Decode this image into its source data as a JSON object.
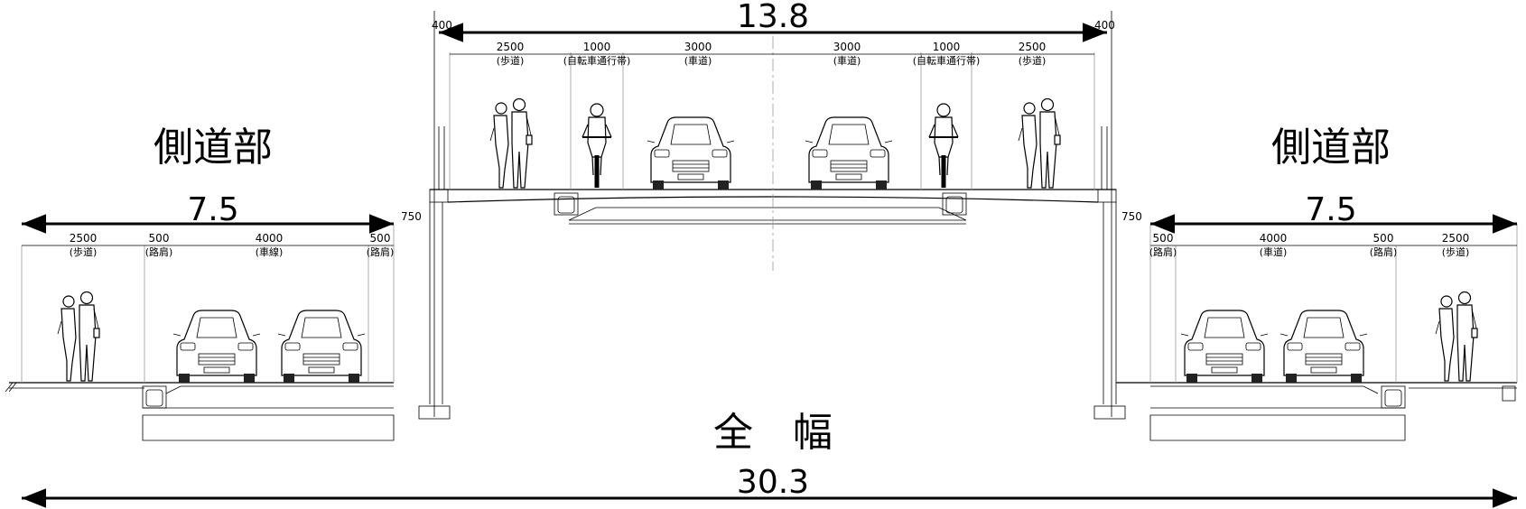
{
  "top": {
    "total": "13.8",
    "edge_left": "400",
    "edge_right": "400",
    "lanes": [
      {
        "value": "2500",
        "label": "(歩道)"
      },
      {
        "value": "1000",
        "label": "(自転車通行帯)"
      },
      {
        "value": "3000",
        "label": "(車道)"
      },
      {
        "value": "3000",
        "label": "(車道)"
      },
      {
        "value": "1000",
        "label": "(自転車通行帯)"
      },
      {
        "value": "2500",
        "label": "(歩道)"
      }
    ]
  },
  "left": {
    "title": "側道部",
    "total": "7.5",
    "gap": "750",
    "lanes": [
      {
        "value": "2500",
        "label": "(歩道)"
      },
      {
        "value": "500",
        "label": "(路肩)"
      },
      {
        "value": "4000",
        "label": "(車線)"
      },
      {
        "value": "500",
        "label": "(路肩)"
      }
    ]
  },
  "right": {
    "title": "側道部",
    "total": "7.5",
    "gap": "750",
    "lanes": [
      {
        "value": "500",
        "label": "(路肩)"
      },
      {
        "value": "4000",
        "label": "(車道)"
      },
      {
        "value": "500",
        "label": "(路肩)"
      },
      {
        "value": "2500",
        "label": "(歩道)"
      }
    ]
  },
  "overall": {
    "label": "全　幅",
    "total": "30.3"
  }
}
